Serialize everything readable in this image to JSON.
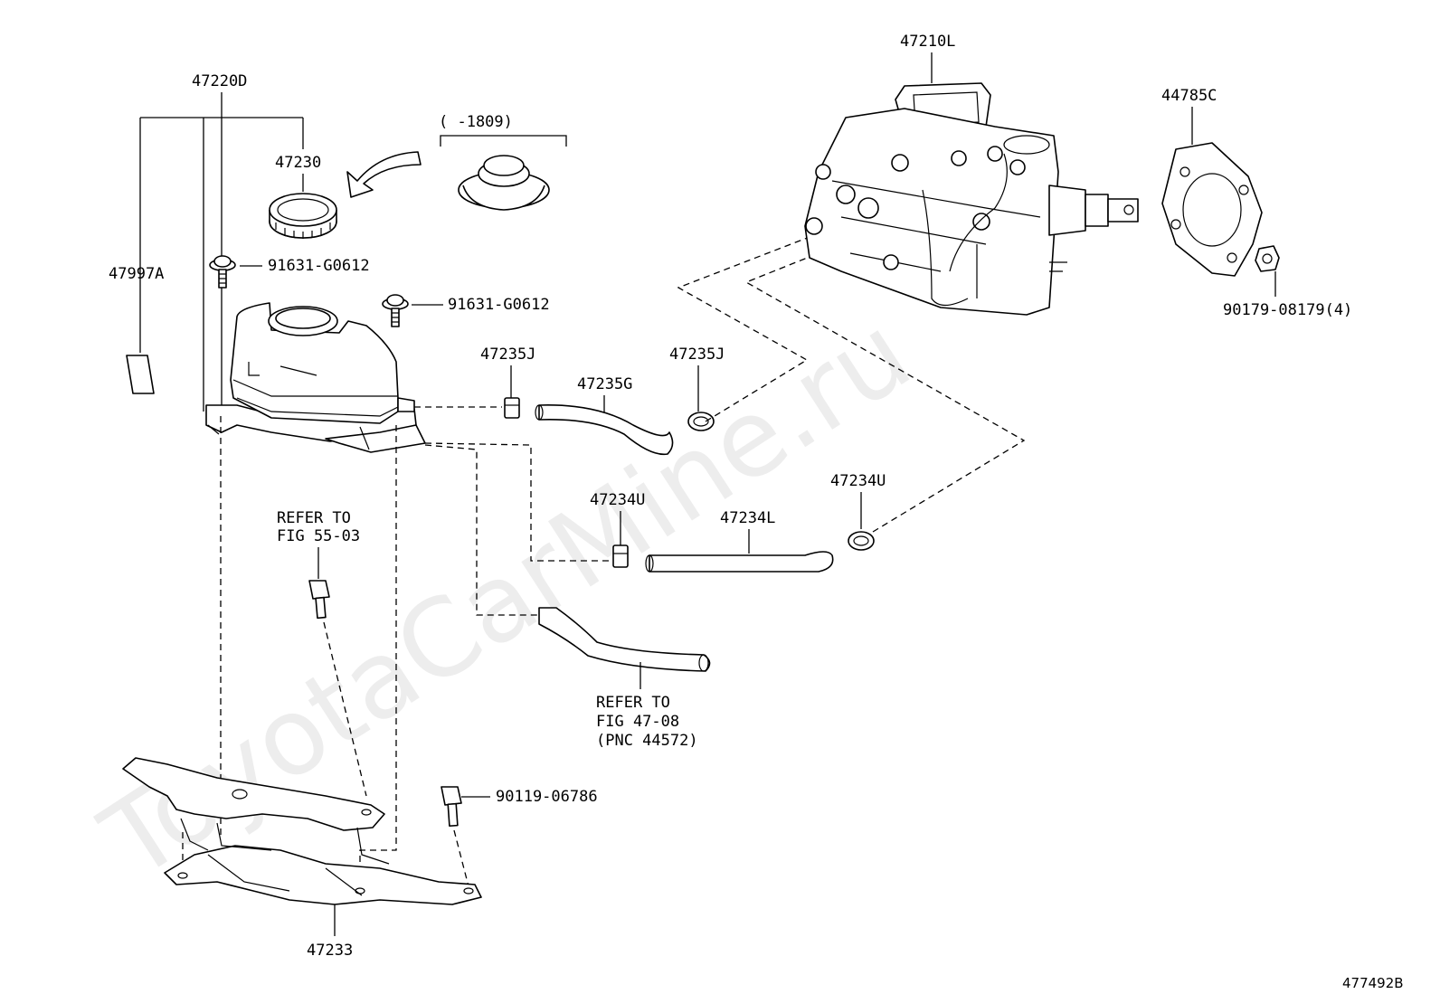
{
  "watermark": "ToyotaCarMine.ru",
  "figure_id": "477492B",
  "labels": {
    "p47220D": "47220D",
    "p47230": "47230",
    "p47997A": "47997A",
    "bolt1": "91631-G0612",
    "bolt2": "91631-G0612",
    "cap_range": "(    -1809)",
    "p47210L": "47210L",
    "p44785C": "44785C",
    "nut": "90179-08179(4)",
    "clip_j1": "47235J",
    "hose_g": "47235G",
    "clip_j2": "47235J",
    "clip_u1": "47234U",
    "hose_l": "47234L",
    "clip_u2": "47234U",
    "refer55_line1": "REFER TO",
    "refer55_line2": "FIG 55-03",
    "refer47_line1": "REFER TO",
    "refer47_line2": "FIG 47-08",
    "refer47_line3": "(PNC 44572)",
    "bolt3": "90119-06786",
    "p47233": "47233"
  }
}
